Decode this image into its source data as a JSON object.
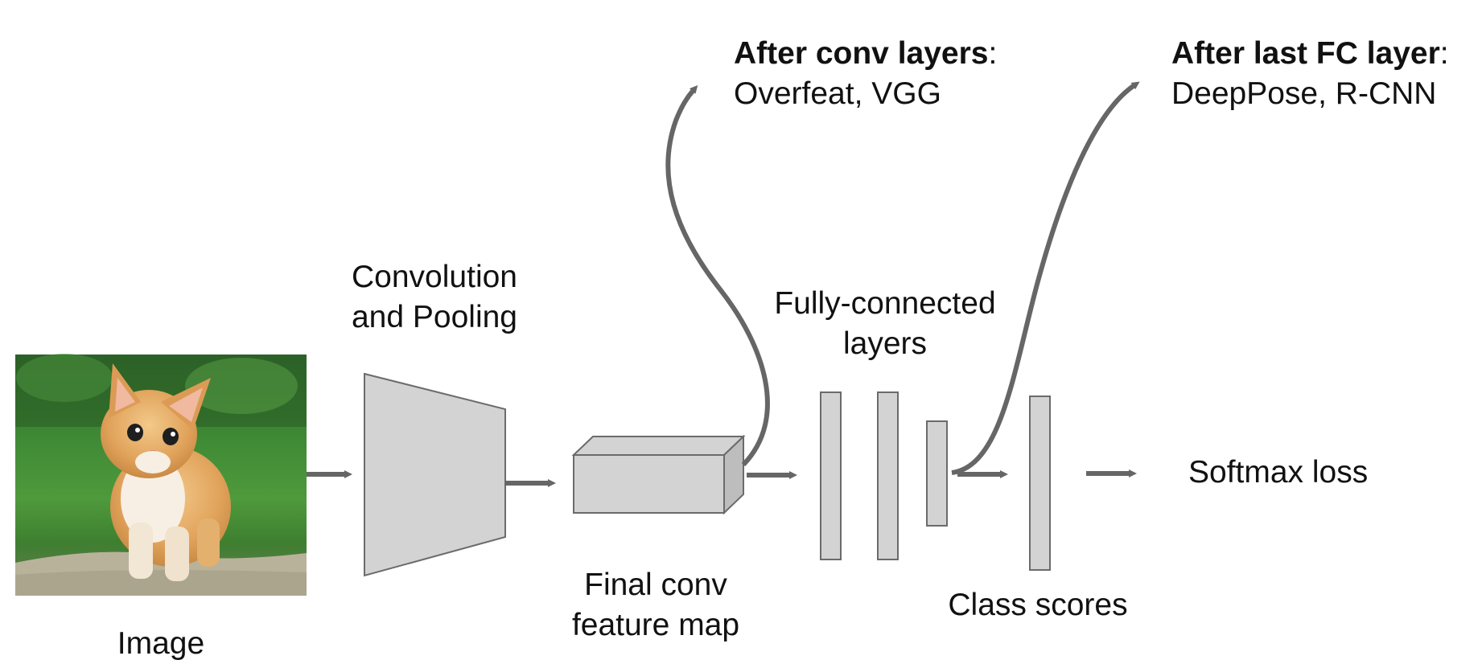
{
  "labels": {
    "image": "Image",
    "conv_line1": "Convolution",
    "conv_line2": "and Pooling",
    "final_line1": "Final conv",
    "final_line2": "feature map",
    "fc_line1": "Fully-connected",
    "fc_line2": "layers",
    "class_scores": "Class scores",
    "softmax": "Softmax loss"
  },
  "annotations": {
    "conv_title": "After conv layers",
    "conv_colon": ":",
    "conv_methods": "Overfeat, VGG",
    "fc_title": "After last FC layer",
    "fc_colon": ":",
    "fc_methods": "DeepPose, R-CNN"
  },
  "colors": {
    "shape_fill": "#d3d3d3",
    "shape_stroke": "#6b6b6b",
    "arrow": "#666666",
    "text": "#111111"
  }
}
